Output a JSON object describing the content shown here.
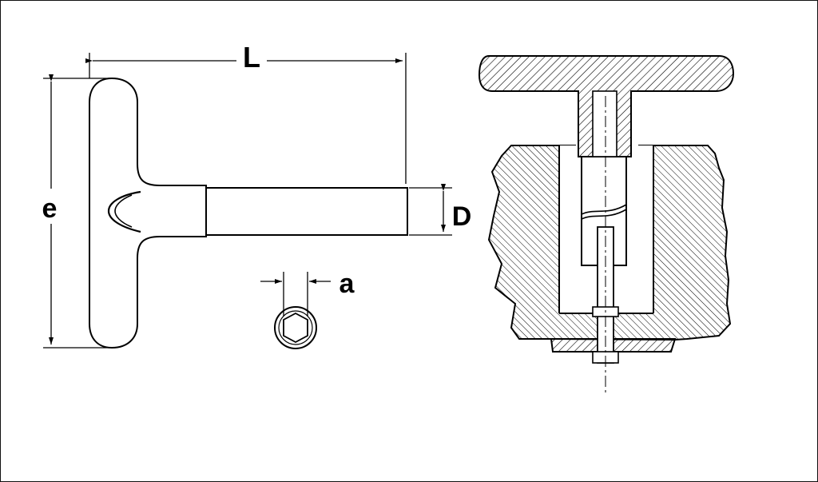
{
  "diagram": {
    "dimension_labels": {
      "length": "L",
      "handle_height": "e",
      "shaft_diameter": "D",
      "socket_width": "a"
    },
    "colors": {
      "line": "#000000",
      "background": "#ffffff"
    },
    "icons": [
      "t-handle-key-icon",
      "hex-socket-icon",
      "valve-section-icon"
    ]
  }
}
